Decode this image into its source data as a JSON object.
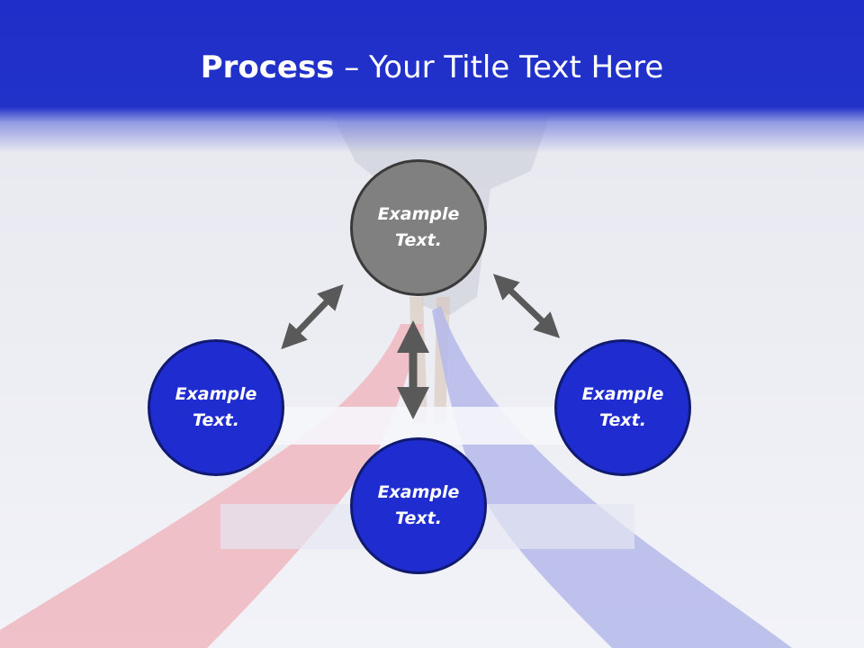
{
  "title": {
    "bold": "Process",
    "rest": " – Your Title Text Here"
  },
  "nodes": {
    "top": "Example Text.",
    "left": "Example Text.",
    "right": "Example Text.",
    "bottom": "Example Text."
  },
  "colors": {
    "title_band": "#2132c9",
    "node_blue": "#1f2ccf",
    "node_gray": "#808080",
    "arrow": "#595959",
    "path_red": "#f0b7bf",
    "path_blue": "#b4b8ea"
  }
}
